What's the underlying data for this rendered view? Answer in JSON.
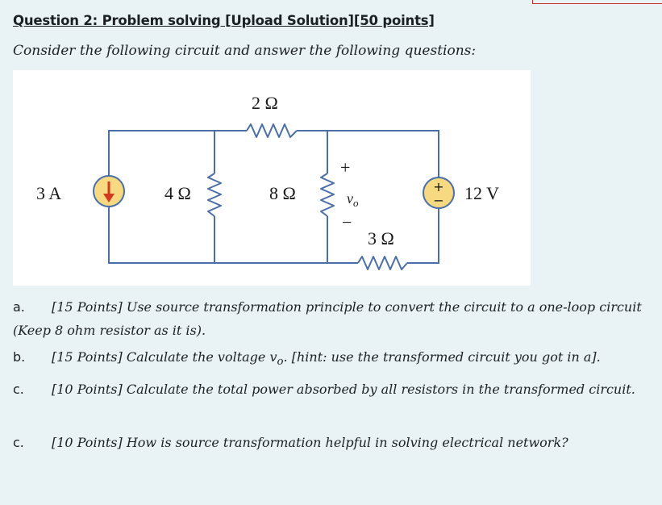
{
  "question": {
    "title": "Question 2: Problem solving [Upload Solution][50 points]",
    "intro": "Consider the following circuit and answer the following questions:"
  },
  "circuit": {
    "current_source": "3 A",
    "r1": "4 Ω",
    "r2": "2 Ω",
    "r3": "8 Ω",
    "r4": "3 Ω",
    "voltage_source": "12 V",
    "vo_plus": "+",
    "vo_label": "v",
    "vo_sub": "o",
    "vo_minus": "−",
    "src_plus": "+",
    "src_minus": "−"
  },
  "parts": [
    {
      "letter": "a.",
      "text": "[15 Points] Use source transformation principle to convert the circuit to a one-loop circuit (Keep 8 ohm resistor as it is)."
    },
    {
      "letter": "b.",
      "text_pre": "[15 Points] Calculate the voltage v",
      "text_sub": "o",
      "text_post": ". [hint: use the transformed circuit you got in a]."
    },
    {
      "letter": "c.",
      "text": "[10 Points] Calculate the total power absorbed by all resistors in the transformed circuit."
    },
    {
      "letter": "c.",
      "text": "[10 Points] How is source transformation helpful in solving electrical network?"
    }
  ]
}
